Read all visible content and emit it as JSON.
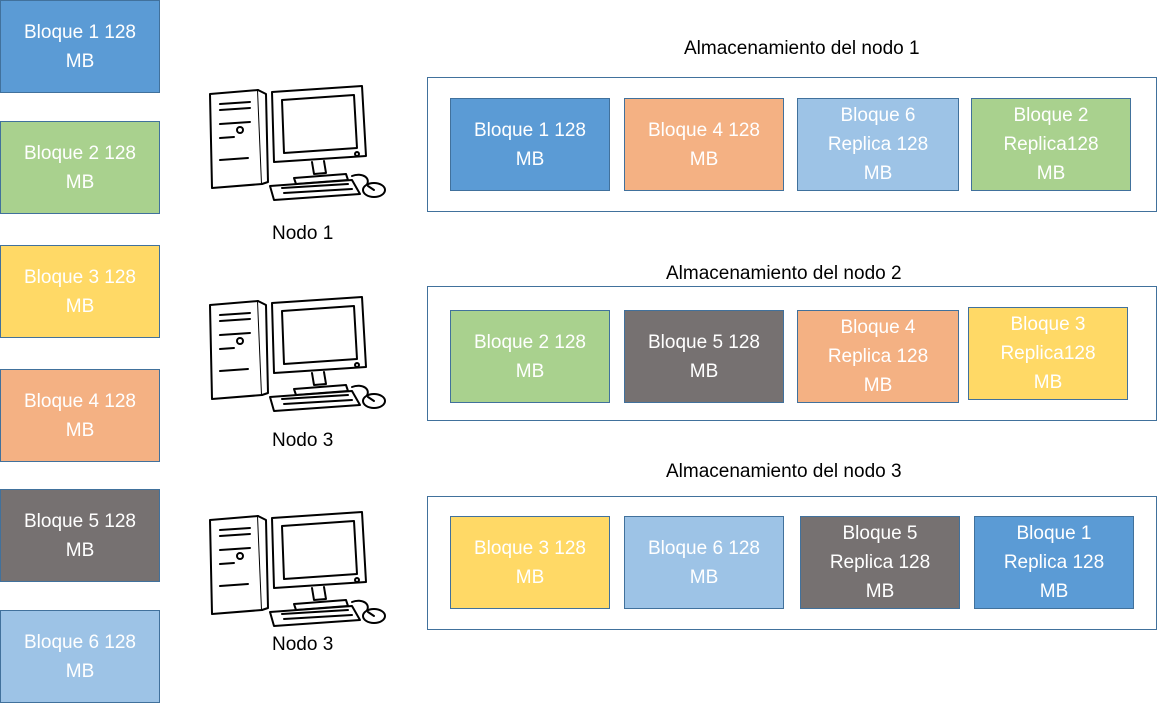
{
  "source_blocks": [
    {
      "label": "Bloque 1 128 MB",
      "color": "#5b9bd5"
    },
    {
      "label": "Bloque 2 128 MB",
      "color": "#a9d18e"
    },
    {
      "label": "Bloque 3 128 MB",
      "color": "#ffd966"
    },
    {
      "label": "Bloque 4 128 MB",
      "color": "#f4b183"
    },
    {
      "label": "Bloque 5 128 MB",
      "color": "#767171"
    },
    {
      "label": "Bloque 6 128 MB",
      "color": "#9dc3e6"
    }
  ],
  "nodes": [
    {
      "label": "Nodo 1",
      "icon": "desktop-computer-icon",
      "storage_title": "Almacenamiento del nodo 1",
      "blocks": [
        {
          "label": "Bloque 1 128 MB",
          "color": "#5b9bd5"
        },
        {
          "label": "Bloque 4 128 MB",
          "color": "#f4b183"
        },
        {
          "label": "Bloque 6 Replica 128 MB",
          "color": "#9dc3e6"
        },
        {
          "label": "Bloque 2 Replica128 MB",
          "color": "#a9d18e"
        }
      ]
    },
    {
      "label": "Nodo 3",
      "icon": "desktop-computer-icon",
      "storage_title": "Almacenamiento del nodo 2",
      "blocks": [
        {
          "label": "Bloque 2 128 MB",
          "color": "#a9d18e"
        },
        {
          "label": "Bloque 5 128 MB",
          "color": "#767171"
        },
        {
          "label": "Bloque 4 Replica 128 MB",
          "color": "#f4b183"
        },
        {
          "label": "Bloque 3 Replica128 MB",
          "color": "#ffd966"
        }
      ]
    },
    {
      "label": "Nodo 3",
      "icon": "desktop-computer-icon",
      "storage_title": "Almacenamiento del nodo 3",
      "blocks": [
        {
          "label": "Bloque 3 128 MB",
          "color": "#ffd966"
        },
        {
          "label": "Bloque 6 128 MB",
          "color": "#9dc3e6"
        },
        {
          "label": "Bloque 5 Replica 128 MB",
          "color": "#767171"
        },
        {
          "label": "Bloque 1 Replica 128 MB",
          "color": "#5b9bd5"
        }
      ]
    }
  ]
}
